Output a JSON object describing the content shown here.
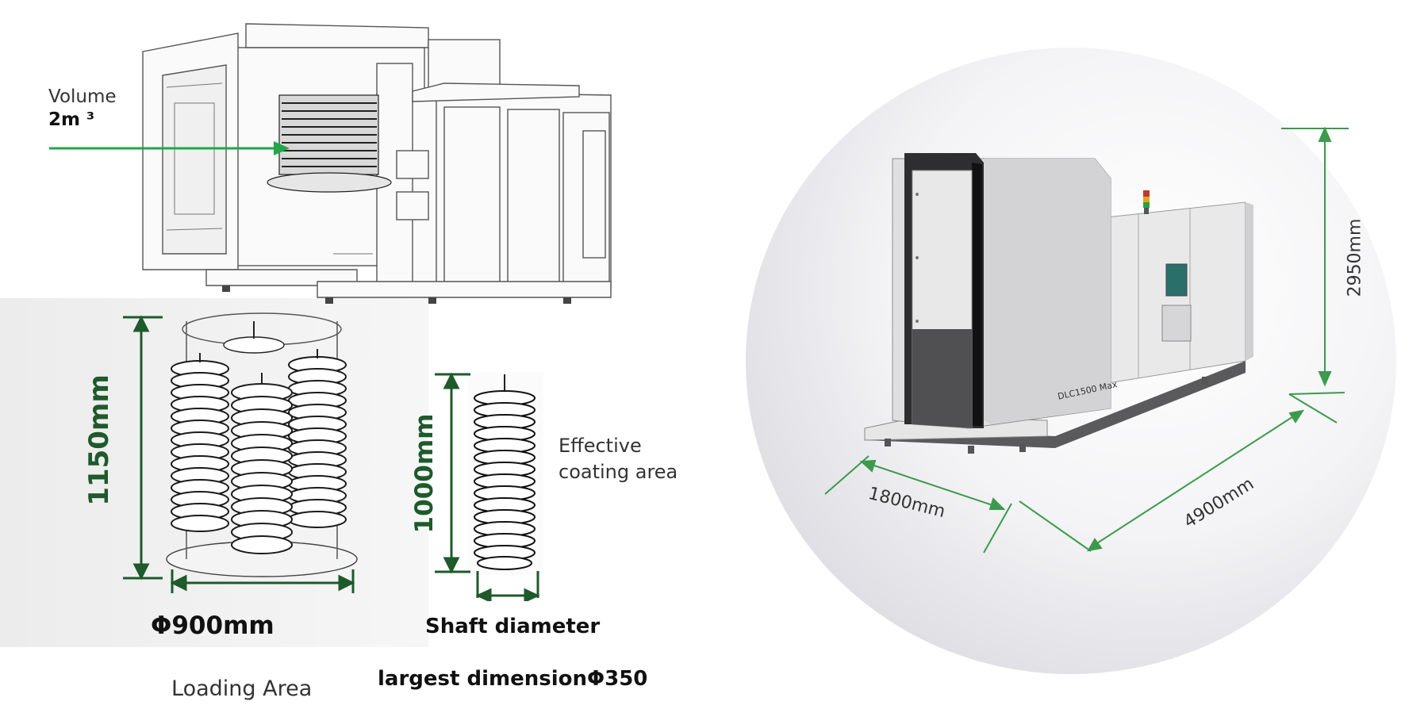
{
  "top_section": {
    "volume_label": "Volume",
    "volume_value": "2m ³"
  },
  "loading_section": {
    "height_label": "1150mm",
    "diameter_label": "Φ900mm",
    "caption": "Loading Area"
  },
  "shaft_section": {
    "height_label": "1000mm",
    "effective_line1": "Effective",
    "effective_line2": "coating area",
    "shaft_label": "Shaft diameter",
    "largest_label": "largest dimensionΦ350"
  },
  "machine_section": {
    "height_label": "2950mm",
    "width_label": "1800mm",
    "length_label": "4900mm",
    "model_label": "DLC1500 Max"
  },
  "colors": {
    "dark_green": "#1e5a2a",
    "bright_green": "#22a64a",
    "dim_green": "#3c9a4c"
  }
}
